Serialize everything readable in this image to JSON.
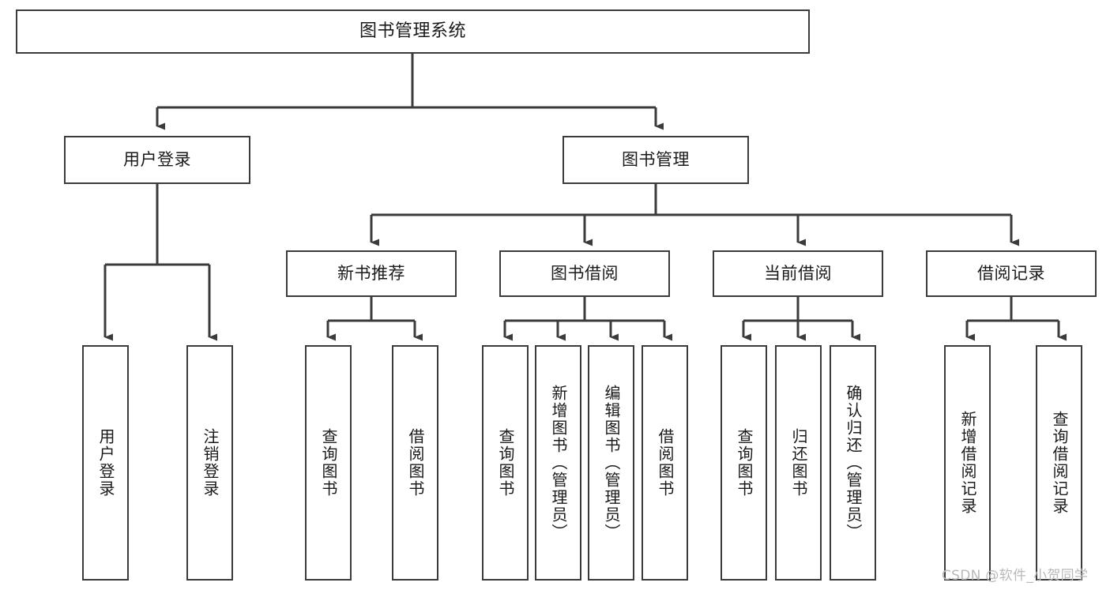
{
  "diagram": {
    "title": "图书管理系统",
    "type": "tree-hierarchy",
    "root": {
      "label": "图书管理系统"
    },
    "level2": [
      {
        "label": "用户登录"
      },
      {
        "label": "图书管理"
      }
    ],
    "level3": [
      {
        "label": "新书推荐"
      },
      {
        "label": "图书借阅"
      },
      {
        "label": "当前借阅"
      },
      {
        "label": "借阅记录"
      }
    ],
    "leaves": {
      "user_login": [
        {
          "label": "用户登录"
        },
        {
          "label": "注销登录"
        }
      ],
      "new_book_recommend": [
        {
          "label": "查询图书"
        },
        {
          "label": "借阅图书"
        }
      ],
      "book_borrow": [
        {
          "label": "查询图书"
        },
        {
          "label": "新增图书（管理员）"
        },
        {
          "label": "编辑图书（管理员）"
        },
        {
          "label": "借阅图书"
        }
      ],
      "current_borrow": [
        {
          "label": "查询图书"
        },
        {
          "label": "归还图书"
        },
        {
          "label": "确认归还（管理员）"
        }
      ],
      "borrow_record": [
        {
          "label": "新增借阅记录"
        },
        {
          "label": "查询借阅记录"
        }
      ]
    }
  },
  "watermark": {
    "text": "CSDN @软件_小贺同学"
  },
  "colors": {
    "box_border": "#3b3b3b",
    "edge": "#3b3b3b",
    "background": "#ffffff",
    "text": "#1a1a1a",
    "watermark": "#b9b9b9"
  }
}
